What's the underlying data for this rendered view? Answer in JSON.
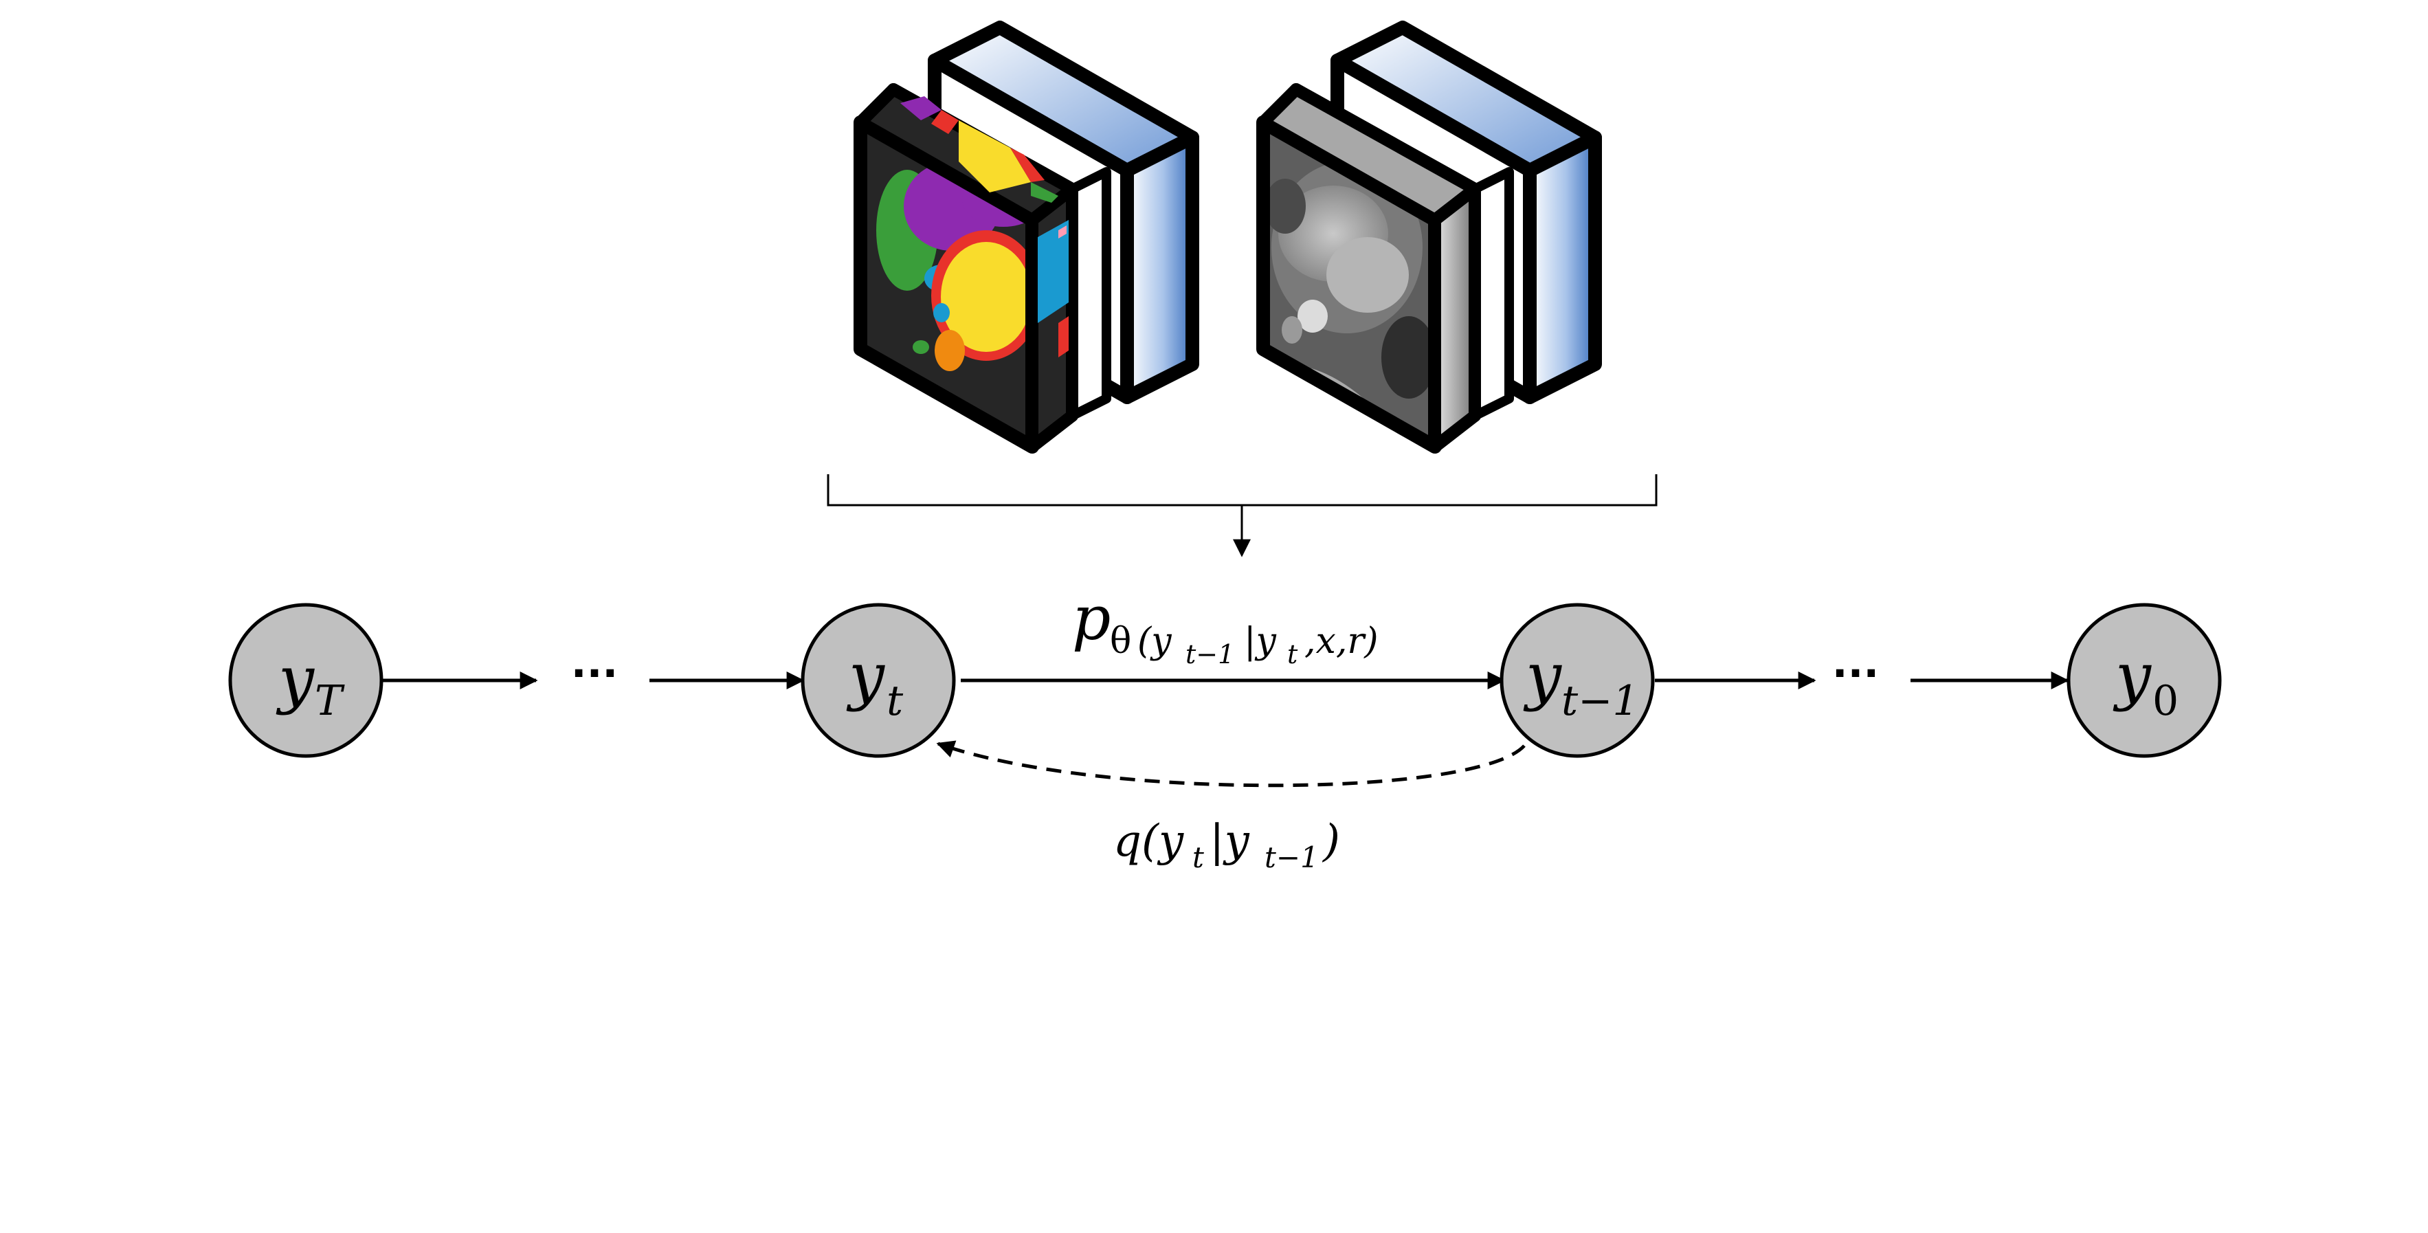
{
  "nodes": [
    {
      "id": "yT",
      "base": "y",
      "sub": "T"
    },
    {
      "id": "yt",
      "base": "y",
      "sub": "t"
    },
    {
      "id": "yt1",
      "base": "y",
      "sub": "t−1"
    },
    {
      "id": "y0",
      "base": "y",
      "sub": "0"
    }
  ],
  "ellipsis": "···",
  "reverse_label": {
    "base": "p",
    "theta": "θ",
    "args": "(y",
    "args_sub1": "t−1",
    "args_mid": "|y",
    "args_sub2": "t",
    "args_tail": ",x,r)"
  },
  "forward_label": {
    "pre": "q(y",
    "sub1": "t",
    "mid": "|y",
    "sub2": "t−1",
    "post": ")"
  },
  "images": [
    {
      "name": "segmentation-mask-stack",
      "kind": "segmentation"
    },
    {
      "name": "cardiac-mri-stack",
      "kind": "mri"
    }
  ],
  "colors": {
    "node_fill": "#c0c0c0",
    "node_stroke": "#000000",
    "stack_blue": "#4a7fc8",
    "stack_border": "#000000",
    "seg_bg": "#262626",
    "seg_purple": "#8e2ab0",
    "seg_red": "#e8322b",
    "seg_yellow": "#f9dc2c",
    "seg_green": "#3a9e3a",
    "seg_blue": "#1a9ad0",
    "seg_orange": "#f08a10"
  }
}
